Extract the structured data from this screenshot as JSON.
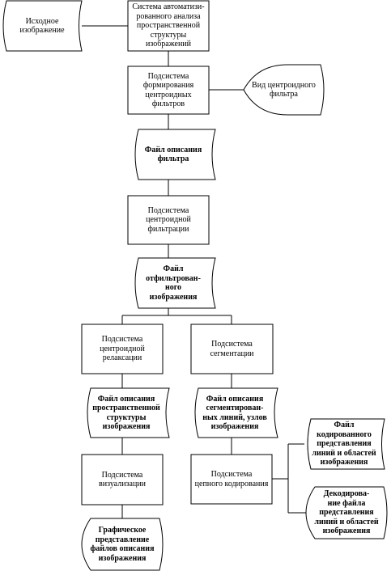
{
  "nodes": {
    "source_image": "Исходное\nизображение",
    "system_title": "Система автоматизи-\nрованного анализа\nпространственной\nструктуры\nизображений",
    "formation_subsystem": "Подсистема\nформирования\nцентроидных\nфильтров",
    "filter_view": "Вид центроидного\nфильтра",
    "filter_description_file": "Файл описания\nфильтра",
    "filtering_subsystem": "Подсистема\nцентроидной\nфильтрации",
    "filtered_image_file": "Файл\nотфильтрован-\nного\nизображения",
    "relaxation_subsystem": "Подсистема\nцентроидной\nрелаксации",
    "segmentation_subsystem": "Подсистема\nсегментации",
    "spatial_structure_file": "Файл описания\nпространственной\nструктуры\nизображения",
    "segmented_lines_file": "Файл описания\nсегментирован-\nных линий, узлов\nизображения",
    "visualization_subsystem": "Подсистема\nвизуализации",
    "chain_coding_subsystem": "Подсистема\nцепного кодирования",
    "coded_representation_file": "Файл\nкодированного\nпредставления\nлиний и областей\nизображения",
    "graphical_representation": "Графическое\nпредставление\nфайлов описания\nизображения",
    "decoding_file": "Декодирова-\nние файла\nпредставления\nлиний и областей\nизображения"
  }
}
